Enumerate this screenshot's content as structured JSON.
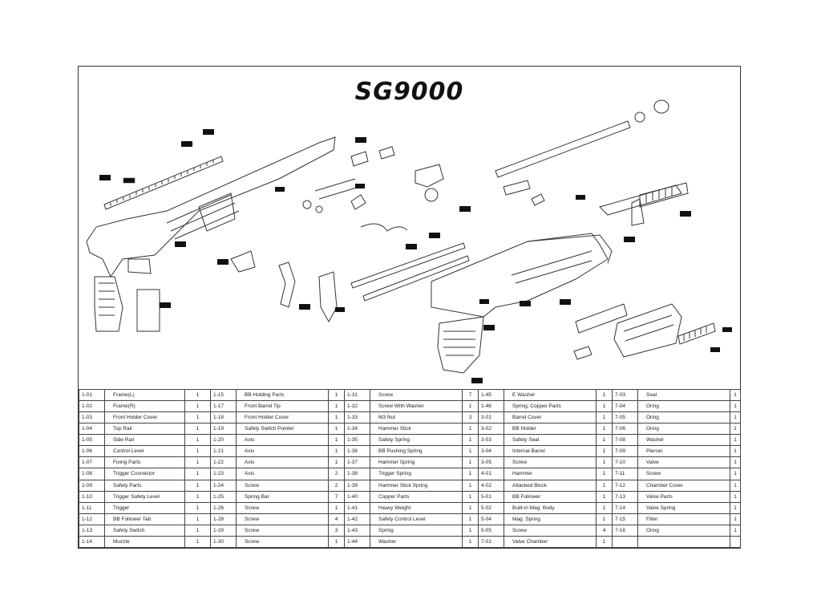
{
  "title": "SG9000",
  "parts_table": {
    "groups": [
      [
        {
          "no": "1-01",
          "name": "Frame(L)",
          "qty": "1"
        },
        {
          "no": "1-02",
          "name": "Frame(R)",
          "qty": "1"
        },
        {
          "no": "1-03",
          "name": "Front Holder Cover",
          "qty": "1"
        },
        {
          "no": "1-04",
          "name": "Top Rail",
          "qty": "1"
        },
        {
          "no": "1-05",
          "name": "Side Rail",
          "qty": "1"
        },
        {
          "no": "1-06",
          "name": "Control Level",
          "qty": "1"
        },
        {
          "no": "1-07",
          "name": "Fixing Parts",
          "qty": "1"
        },
        {
          "no": "1-08",
          "name": "Trigger Connector",
          "qty": "1"
        },
        {
          "no": "1-09",
          "name": "Safety Parts",
          "qty": "1"
        },
        {
          "no": "1-10",
          "name": "Trigger Safety Level",
          "qty": "1"
        },
        {
          "no": "1-11",
          "name": "Trigger",
          "qty": "1"
        },
        {
          "no": "1-12",
          "name": "BB Follower Tab",
          "qty": "1"
        },
        {
          "no": "1-13",
          "name": "Safety Switch",
          "qty": "1"
        },
        {
          "no": "1-14",
          "name": "Muzzle",
          "qty": "1"
        }
      ],
      [
        {
          "no": "1-15",
          "name": "BB Holding Parts",
          "qty": "1"
        },
        {
          "no": "1-17",
          "name": "Front Barrel Tip",
          "qty": "1"
        },
        {
          "no": "1-18",
          "name": "Front Holder Cover",
          "qty": "1"
        },
        {
          "no": "1-19",
          "name": "Safety Switch Pointer",
          "qty": "1"
        },
        {
          "no": "1-20",
          "name": "Axis",
          "qty": "1"
        },
        {
          "no": "1-21",
          "name": "Axis",
          "qty": "1"
        },
        {
          "no": "1-22",
          "name": "Axis",
          "qty": "1"
        },
        {
          "no": "1-23",
          "name": "Axis",
          "qty": "2"
        },
        {
          "no": "1-24",
          "name": "Screw",
          "qty": "2"
        },
        {
          "no": "1-25",
          "name": "Spring Bar",
          "qty": "7"
        },
        {
          "no": "1-26",
          "name": "Screw",
          "qty": "1"
        },
        {
          "no": "1-28",
          "name": "Screw",
          "qty": "4"
        },
        {
          "no": "1-29",
          "name": "Screw",
          "qty": "3"
        },
        {
          "no": "1-30",
          "name": "Screw",
          "qty": "1"
        }
      ],
      [
        {
          "no": "1-31",
          "name": "Screw",
          "qty": "7"
        },
        {
          "no": "1-32",
          "name": "Screw With Washer",
          "qty": "1"
        },
        {
          "no": "1-33",
          "name": "M3 Nut",
          "qty": "3"
        },
        {
          "no": "1-34",
          "name": "Hammer Stick",
          "qty": "1"
        },
        {
          "no": "1-35",
          "name": "Safety Spring",
          "qty": "1"
        },
        {
          "no": "1-36",
          "name": "BB Pushing Spring",
          "qty": "1"
        },
        {
          "no": "1-37",
          "name": "Hammer Spring",
          "qty": "1"
        },
        {
          "no": "1-38",
          "name": "Trigger Spring",
          "qty": "1"
        },
        {
          "no": "1-39",
          "name": "Hammer Stick Spring",
          "qty": "1"
        },
        {
          "no": "1-40",
          "name": "Copper Parts",
          "qty": "1"
        },
        {
          "no": "1-41",
          "name": "Heavy Weight",
          "qty": "1"
        },
        {
          "no": "1-42",
          "name": "Safety Control Level",
          "qty": "1"
        },
        {
          "no": "1-43",
          "name": "Spring",
          "qty": "1"
        },
        {
          "no": "1-44",
          "name": "Washer",
          "qty": "1"
        }
      ],
      [
        {
          "no": "1-45",
          "name": "E Washer",
          "qty": "1"
        },
        {
          "no": "1-46",
          "name": "Spring, Copper Parts",
          "qty": "1"
        },
        {
          "no": "3-01",
          "name": "Barrel Cover",
          "qty": "1"
        },
        {
          "no": "3-02",
          "name": "BB Holder",
          "qty": "1"
        },
        {
          "no": "3-03",
          "name": "Safety Seal",
          "qty": "1"
        },
        {
          "no": "3-04",
          "name": "Internal Barrel",
          "qty": "1"
        },
        {
          "no": "3-05",
          "name": "Screw",
          "qty": "1"
        },
        {
          "no": "4-01",
          "name": "Hammer",
          "qty": "1"
        },
        {
          "no": "4-02",
          "name": "Attacked Block",
          "qty": "1"
        },
        {
          "no": "5-01",
          "name": "BB Follower",
          "qty": "1"
        },
        {
          "no": "5-02",
          "name": "Built-in Mag. Body",
          "qty": "1"
        },
        {
          "no": "5-04",
          "name": "Mag. Spring",
          "qty": "1"
        },
        {
          "no": "5-05",
          "name": "Screw",
          "qty": "4"
        },
        {
          "no": "7-01",
          "name": "Valve Chamber",
          "qty": "1"
        }
      ],
      [
        {
          "no": "7-03",
          "name": "Seal",
          "qty": "1"
        },
        {
          "no": "7-04",
          "name": "Oring",
          "qty": "1"
        },
        {
          "no": "7-05",
          "name": "Oring",
          "qty": "1"
        },
        {
          "no": "7-06",
          "name": "Oring",
          "qty": "1"
        },
        {
          "no": "7-08",
          "name": "Washer",
          "qty": "1"
        },
        {
          "no": "7-09",
          "name": "Piercer",
          "qty": "1"
        },
        {
          "no": "7-10",
          "name": "Valve",
          "qty": "1"
        },
        {
          "no": "7-11",
          "name": "Screw",
          "qty": "1"
        },
        {
          "no": "7-12",
          "name": "Chamber Cover",
          "qty": "1"
        },
        {
          "no": "7-13",
          "name": "Valve Parts",
          "qty": "1"
        },
        {
          "no": "7-14",
          "name": "Valve Spring",
          "qty": "1"
        },
        {
          "no": "7-15",
          "name": "Filter",
          "qty": "1"
        },
        {
          "no": "7-16",
          "name": "Oring",
          "qty": "1"
        },
        {
          "no": "",
          "name": "",
          "qty": ""
        }
      ]
    ]
  }
}
